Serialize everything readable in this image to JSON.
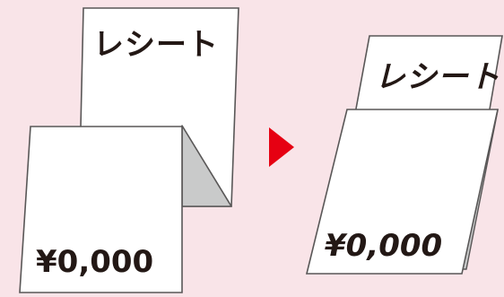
{
  "diagram": {
    "before": {
      "receipt_title": "レシート",
      "amount": "¥0,000"
    },
    "after": {
      "receipt_title": "レシート",
      "amount": "¥0,000"
    },
    "colors": {
      "background": "#f9e4e8",
      "paper": "#ffffff",
      "outline": "#595757",
      "fold_shadow": "#c9caca",
      "arrow": "#e60012",
      "text": "#231815"
    },
    "icons": {
      "transition": "triangle-right-arrow"
    }
  }
}
